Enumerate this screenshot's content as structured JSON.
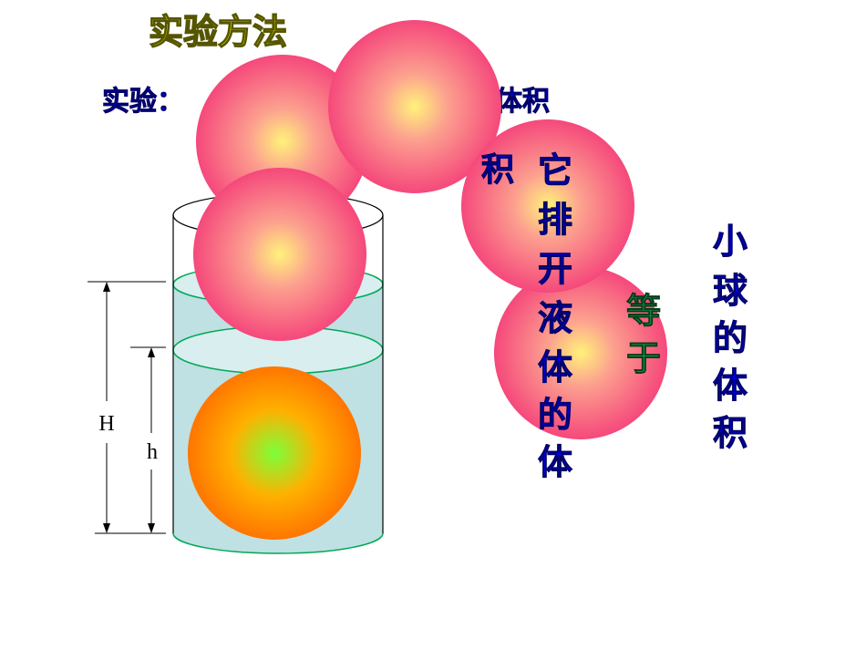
{
  "title": "实验方法",
  "line_left": "实验：",
  "line_right": "体积",
  "col_ji": "积",
  "col_tapai": [
    "它",
    "排",
    "开",
    "液",
    "体",
    "的",
    "体"
  ],
  "col_dengyu": [
    "等",
    "于"
  ],
  "col_xiaoqiu": [
    "小",
    "球",
    "的",
    "体",
    "积"
  ],
  "label_H": "H",
  "label_h": "h",
  "colors": {
    "title_fill": "#ffff00",
    "text_blue": "#0000ee",
    "text_green": "#19a04a",
    "water": "#bfe1e3",
    "ball_pink": "#f43a78",
    "ball_orange": "#ff6a00"
  }
}
